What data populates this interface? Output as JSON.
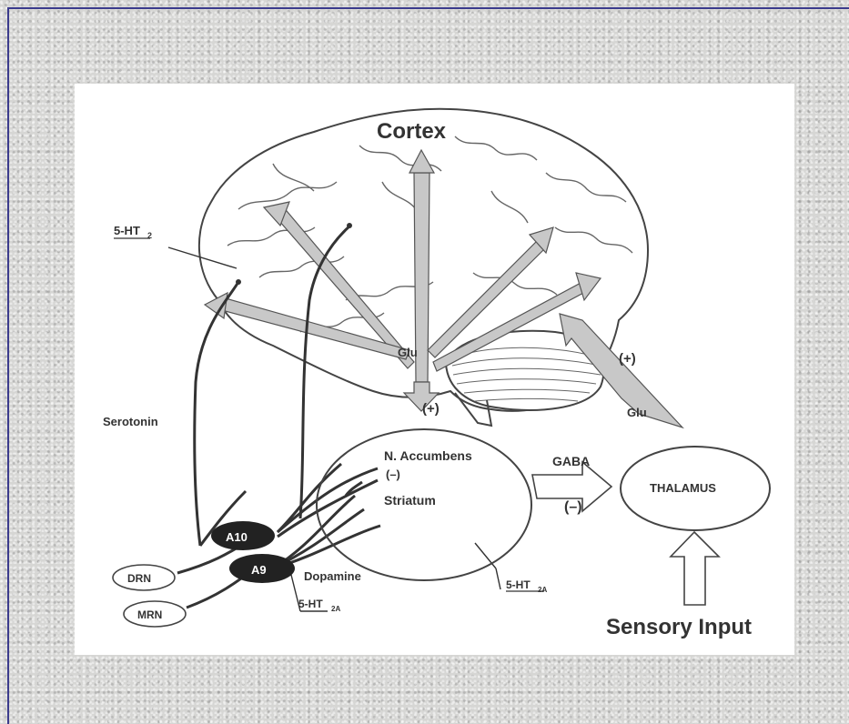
{
  "diagram": {
    "title": "Cortex",
    "labels": {
      "ht2": "5-HT",
      "ht2_sub": "2",
      "serotonin": "Serotonin",
      "glu_center": "Glu",
      "glu_right": "Glu",
      "plus_center": "(+)",
      "plus_right": "(+)",
      "n_accumbens": "N. Accumbens",
      "minus_small": "(–)",
      "striatum": "Striatum",
      "gaba": "GABA",
      "minus_gaba": "(–)",
      "thalamus": "THALAMUS",
      "a10": "A10",
      "a9": "A9",
      "drn": "DRN",
      "mrn": "MRN",
      "dopamine": "Dopamine",
      "ht2a_left": "5-HT",
      "ht2a_left_sub": "2A",
      "ht2a_right": "5-HT",
      "ht2a_right_sub": "2A",
      "sensory_input": "Sensory Input"
    }
  }
}
